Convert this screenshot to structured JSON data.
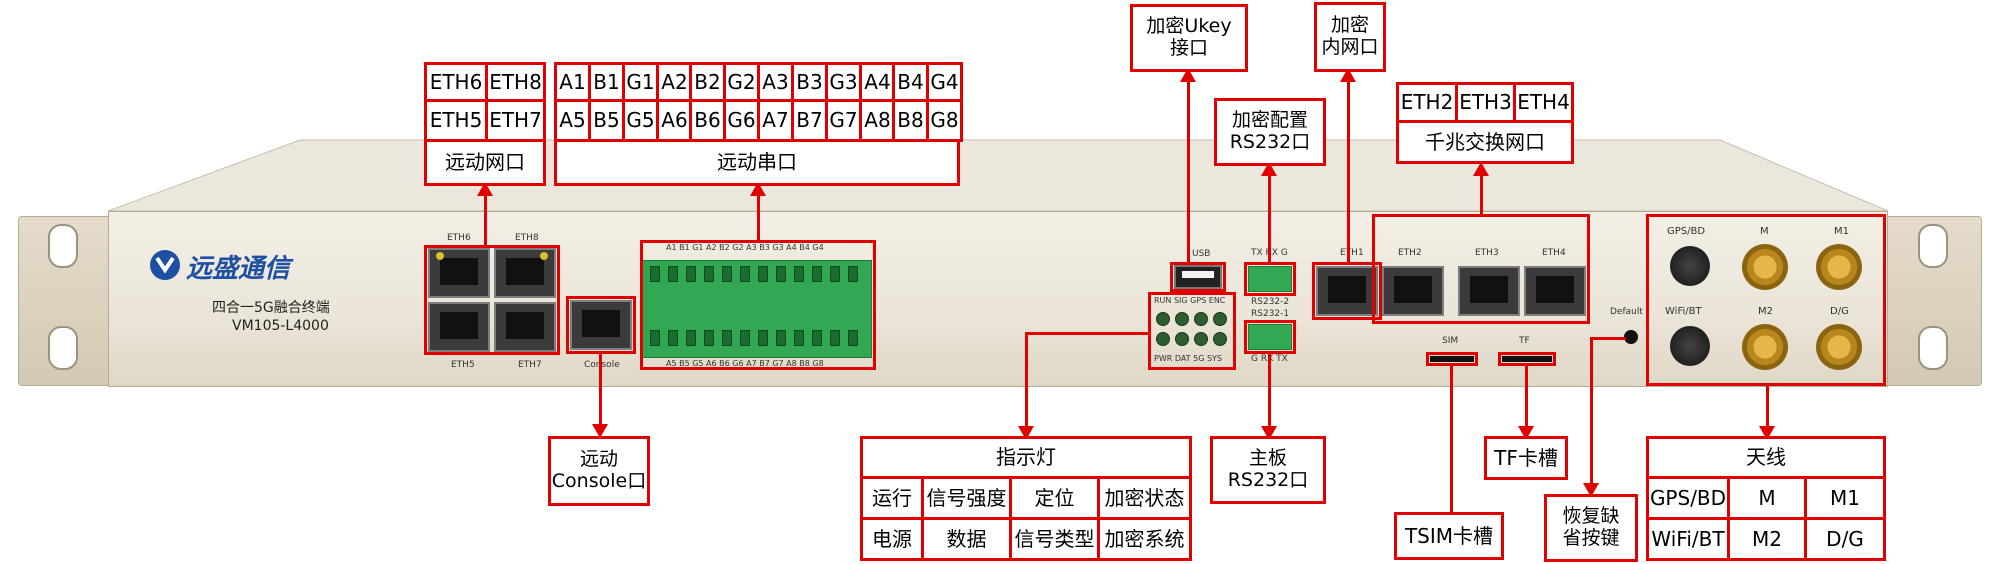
{
  "colors": {
    "annotation": "#e00000",
    "terminal": "#32a852",
    "chassis": "#ebe5d8"
  },
  "device": {
    "logo": "远盛通信",
    "model_line1": "四合一5G融合终端",
    "model_line2": "VM105-L4000",
    "port_labels": {
      "eth6": "ETH6",
      "eth8": "ETH8",
      "eth5": "ETH5",
      "eth7": "ETH7",
      "console": "Console",
      "usb": "USB",
      "rs232_top": "TX  RX  G",
      "rs232_2": "RS232-2",
      "rs232_1": "RS232-1",
      "rs232_bottom": "G  RX  TX",
      "eth1": "ETH1",
      "eth2": "ETH2",
      "eth3": "ETH3",
      "eth4": "ETH4",
      "sim": "SIM",
      "tf": "TF",
      "default": "Default",
      "gps": "GPS/BD",
      "wifi": "WiFi/BT",
      "m": "M",
      "m1": "M1",
      "m2": "M2",
      "dg": "D/G",
      "led_top": "RUN  SIG GPS  ENC",
      "led_bottom": "PWR  DAT  5G  SYS",
      "term_top": "A1 B1 G1 A2 B2 G2 A3 B3 G3 A4 B4 G4",
      "term_bottom": "A5 B5 G5 A6 B6 G6 A7 B7 G7 A8 B8 G8"
    }
  },
  "annotations": {
    "eth_grid": [
      [
        "ETH6",
        "ETH8"
      ],
      [
        "ETH5",
        "ETH7"
      ]
    ],
    "eth_title": "远动网口",
    "serial_row1": [
      "A1",
      "B1",
      "G1",
      "A2",
      "B2",
      "G2",
      "A3",
      "B3",
      "G3",
      "A4",
      "B4",
      "G4"
    ],
    "serial_row2": [
      "A5",
      "B5",
      "G5",
      "A6",
      "B6",
      "G6",
      "A7",
      "B7",
      "G7",
      "A8",
      "B8",
      "G8"
    ],
    "serial_title": "远动串口",
    "ukey": "加密Ukey\n接口",
    "inner_net": "加密\n内网口",
    "rs232_config": "加密配置\nRS232口",
    "switch_ports": [
      "ETH2",
      "ETH3",
      "ETH4"
    ],
    "switch_title": "千兆交换网口",
    "console": "远动\nConsole口",
    "indicator_title": "指示灯",
    "indicator_row1": [
      "运行",
      "信号强度",
      "定位",
      "加密状态"
    ],
    "indicator_row2": [
      "电源",
      "数据",
      "信号类型",
      "加密系统"
    ],
    "main_rs232": "主板\nRS232口",
    "tsim": "TSIM卡槽",
    "tf": "TF卡槽",
    "reset": "恢复缺\n省按键",
    "antenna_title": "天线",
    "antenna_row1": [
      "GPS/BD",
      "M",
      "M1"
    ],
    "antenna_row2": [
      "WiFi/BT",
      "M2",
      "D/G"
    ]
  }
}
